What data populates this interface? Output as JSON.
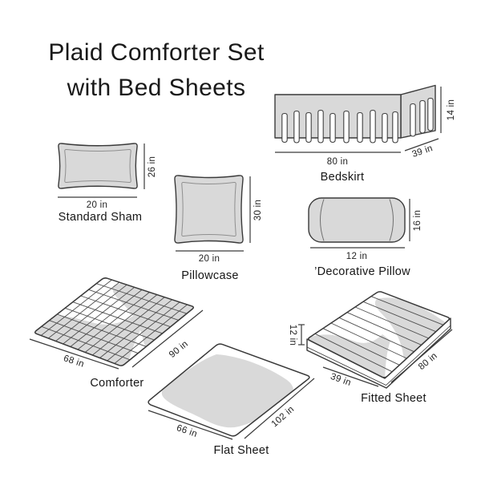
{
  "title": {
    "line1": "Plaid Comforter Set",
    "line2": "with Bed Sheets"
  },
  "items": {
    "standard_sham": {
      "label": "Standard Sham",
      "width": "20 in",
      "height": "26 in"
    },
    "bedskirt": {
      "label": "Bedskirt",
      "width": "80 in",
      "depth": "39 in",
      "height": "14 in"
    },
    "pillowcase": {
      "label": "Pillowcase",
      "width": "20 in",
      "height": "30 in"
    },
    "decorative_pillow": {
      "label": "’Decorative Pillow",
      "width": "12 in",
      "height": "16 in"
    },
    "comforter": {
      "label": "Comforter",
      "width": "68 in",
      "length": "90 in"
    },
    "flat_sheet": {
      "label": "Flat Sheet",
      "width": "66 in",
      "length": "102 in"
    },
    "fitted_sheet": {
      "label": "Fitted Sheet",
      "width": "39 in",
      "length": "80 in",
      "height": "12 in"
    }
  },
  "colors": {
    "fabric_fill": "#d9d9d9",
    "outline": "#3a3a3a",
    "text": "#191919",
    "background": "#ffffff"
  }
}
